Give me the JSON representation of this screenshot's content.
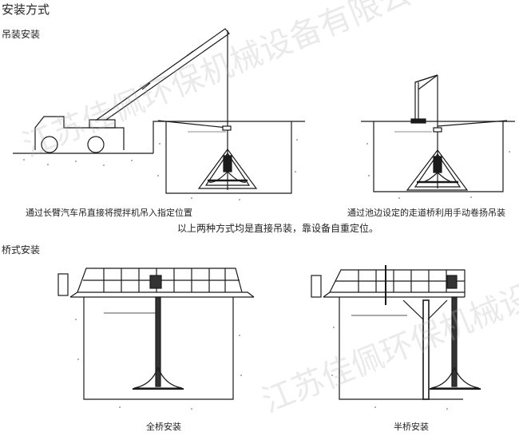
{
  "header": {
    "title": "安装方式"
  },
  "sections": [
    {
      "id": "hoist",
      "label": "吊装安装",
      "figures": [
        {
          "id": "truck-crane",
          "caption": "通过长臂汽车吊直接将搅拌机吊入指定位置"
        },
        {
          "id": "walkway-winch",
          "caption": "通过池边设定的走道桥利用手动卷扬吊装"
        }
      ],
      "note": "以上两种方式均是直接吊装，靠设备自重定位。"
    },
    {
      "id": "bridge",
      "label": "桥式安装",
      "figures": [
        {
          "id": "full-bridge",
          "caption": "全桥安装"
        },
        {
          "id": "half-bridge",
          "caption": "半桥安装"
        }
      ]
    }
  ],
  "watermark": {
    "text": "江苏佳佩环保机械设备有限公司",
    "color": "#b4b4b4"
  },
  "colors": {
    "line": "#1a1a1a",
    "background": "#ffffff",
    "text": "#222222"
  }
}
